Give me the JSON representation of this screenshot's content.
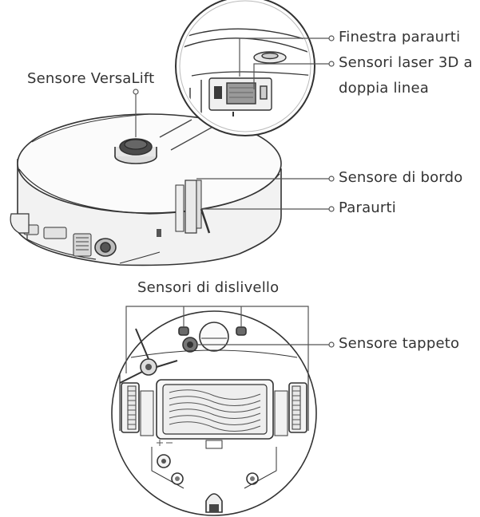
{
  "labels": {
    "finestra": "Finestra paraurti",
    "laser_line1": "Sensori laser 3D a",
    "laser_line2": "doppia linea",
    "versalift": "Sensore VersaLift",
    "bordo": "Sensore di bordo",
    "paraurti": "Paraurti",
    "dislivello": "Sensori di dislivello",
    "tappeto": "Sensore tappeto"
  },
  "colors": {
    "line": "#555555",
    "outline": "#333333",
    "dark_part": "#4a4a4a",
    "light_fill": "#f4f4f4",
    "text": "#333333"
  }
}
